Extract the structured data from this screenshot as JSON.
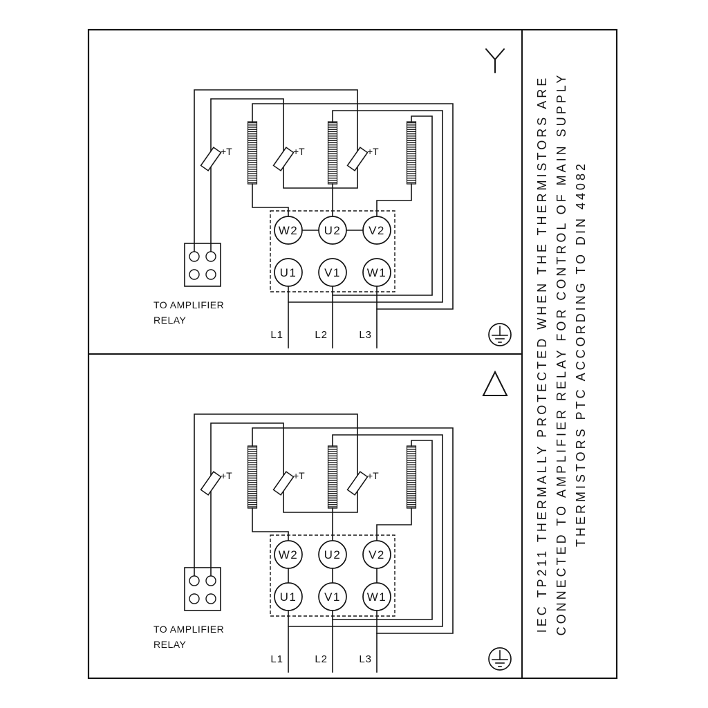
{
  "labels": {
    "terminals_top": [
      "W2",
      "U2",
      "V2"
    ],
    "terminals_bottom": [
      "U1",
      "V1",
      "W1"
    ],
    "thermistor": "+T",
    "relay_line1": "TO AMPLIFIER",
    "relay_line2": "RELAY",
    "supply": [
      "L1",
      "L2",
      "L3"
    ]
  },
  "side_note": {
    "line1": "IEC TP211 THERMALLY PROTECTED WHEN THE THERMISTORS ARE",
    "line2": "CONNECTED TO AMPLIFIER RELAY FOR CONTROL OF MAIN SUPPLY",
    "line3": "THERMISTORS PTC ACCORDING TO DIN 44082"
  },
  "icons": {
    "top_panel_connection": "star-connection-icon",
    "bottom_panel_connection": "delta-connection-icon",
    "ground": "protective-earth-icon",
    "thermistor": "ptc-thermistor-icon",
    "winding": "motor-winding-icon"
  },
  "colors": {
    "line": "#141414",
    "background": "#ffffff"
  }
}
